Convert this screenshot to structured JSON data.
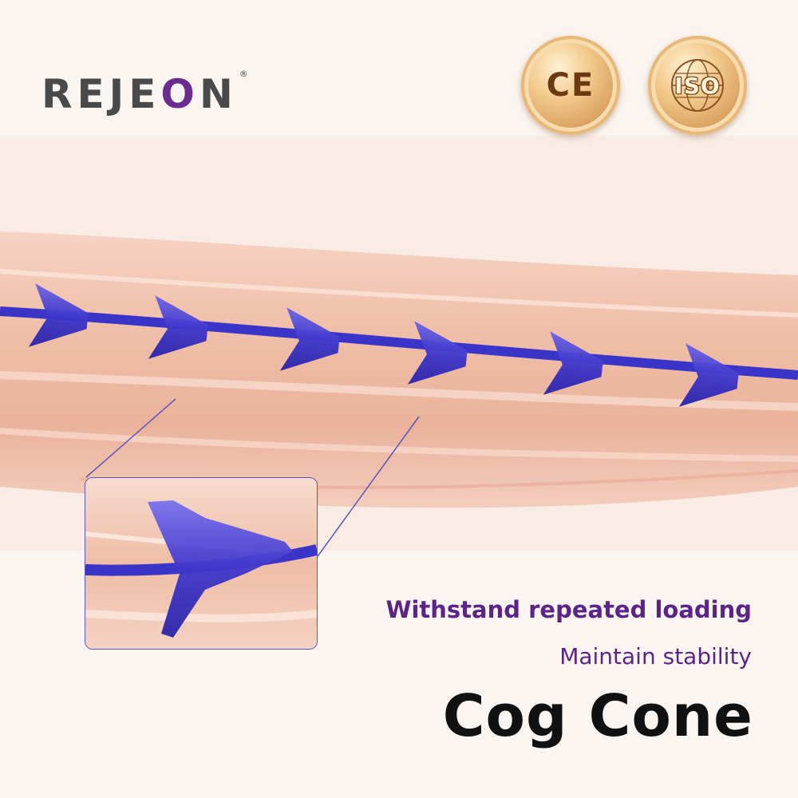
{
  "brand": {
    "logo_text_left": "REJE",
    "logo_o": "O",
    "logo_text_right": "N",
    "registered_mark": "®"
  },
  "badges": [
    {
      "name": "ce-badge",
      "label": "CE"
    },
    {
      "name": "iso-badge",
      "label": "ISO",
      "icon": "globe-icon"
    }
  ],
  "copy": {
    "headline": "Withstand repeated loading",
    "subline": "Maintain stability",
    "product_title": "Cog Cone"
  },
  "colors": {
    "brand_purple": "#5b2486",
    "thread_blue": "#3b34c9",
    "skin": "#f2c6b3",
    "gold": "#d9a060"
  }
}
